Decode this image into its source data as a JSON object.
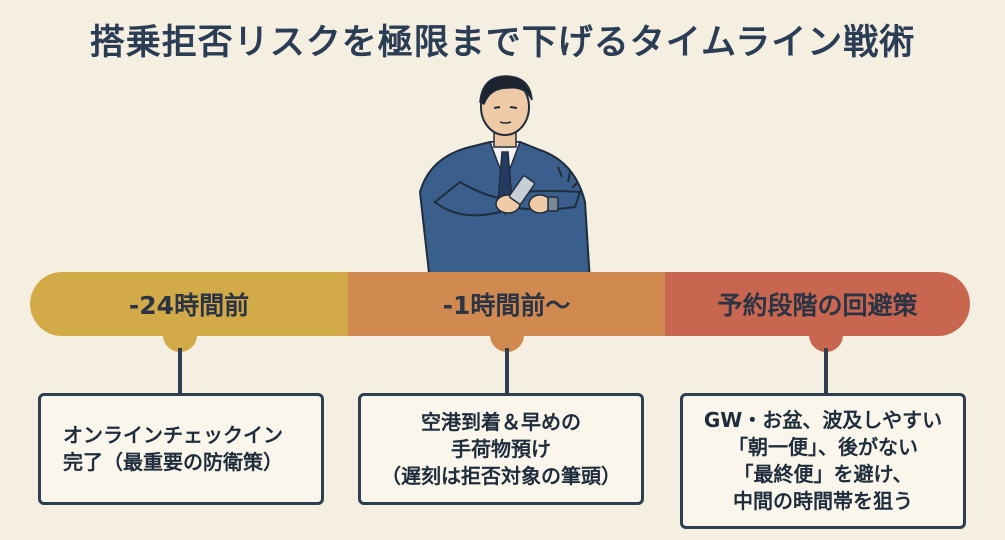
{
  "title": "搭乗拒否リスクを極限まで下げるタイムライン戦術",
  "timeline": {
    "stages": [
      {
        "label": "-24時間前",
        "color": "#d2aa48",
        "card_lines": [
          "オンラインチェックイン",
          "完了（最重要の防衛策）"
        ]
      },
      {
        "label": "-1時間前〜",
        "color": "#d08a50",
        "card_lines": [
          "空港到着＆早めの",
          "手荷物預け",
          "（遅刻は拒否対象の筆頭）"
        ]
      },
      {
        "label": "予約段階の回避策",
        "color": "#c96650",
        "card_lines": [
          "GW・お盆、波及しやすい",
          "「朝一便」、後がない",
          "「最終便」を避け、",
          "中間の時間帯を狙う"
        ]
      }
    ]
  },
  "illustration": {
    "icon": "businessman-checking-watch-icon"
  }
}
